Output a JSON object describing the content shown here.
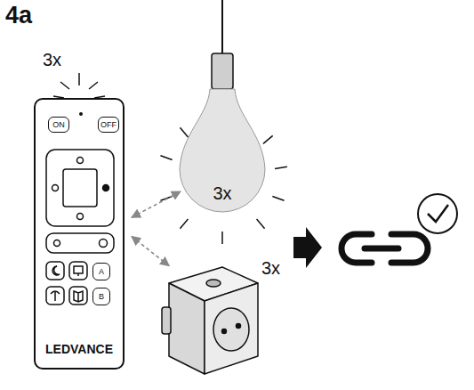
{
  "diagram": {
    "title": "4a",
    "nodes": [
      {
        "text": [
          "LEDVANCE"
        ]
      },
      {
        "text": [
          "ON"
        ],
        "in": 0
      },
      {
        "text": [
          "OFF"
        ],
        "in": 0
      },
      {
        "text": [
          "A"
        ],
        "in": 0
      },
      {
        "text": [
          "B"
        ],
        "in": 0
      },
      {
        "text": [
          "3x"
        ]
      },
      {
        "text": [
          "3x"
        ]
      }
    ],
    "edges": [
      {
        "from": 0,
        "to": 5,
        "arrow": "both"
      },
      {
        "from": 0,
        "to": 6,
        "arrow": "both"
      }
    ],
    "labels": [
      "3x"
    ]
  }
}
